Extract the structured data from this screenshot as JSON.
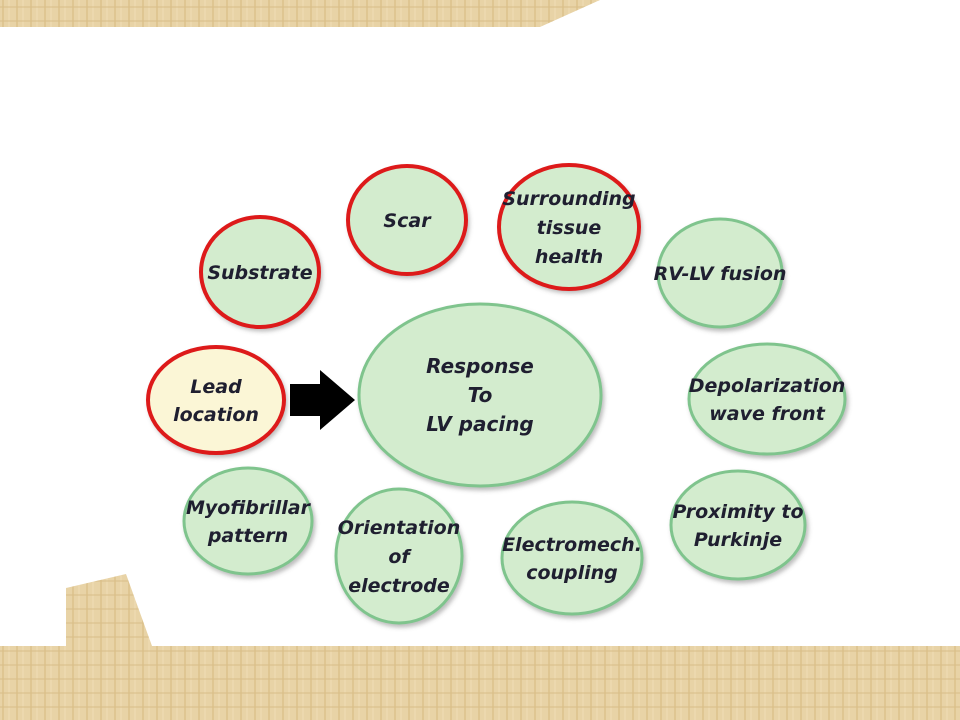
{
  "colors": {
    "parchment": "#e6cf9f",
    "bubble_fill": "#d3ecce",
    "bubble_stroke": "#7fc48d",
    "highlight_ring": "#dd1a1a",
    "lead_fill": "#fbf6d6",
    "arrow": "#000000",
    "text": "#1f1f30"
  },
  "diagram": {
    "center": [
      "Response",
      "To",
      "LV pacing"
    ],
    "arrow_icon": "right-arrow-icon",
    "nodes": [
      {
        "lines": [
          "Scar"
        ],
        "highlighted": true
      },
      {
        "lines": [
          "Surrounding",
          "tissue",
          "health"
        ],
        "highlighted": true
      },
      {
        "lines": [
          "RV-LV fusion"
        ],
        "highlighted": false
      },
      {
        "lines": [
          "Depolarization",
          "wave front"
        ],
        "highlighted": false
      },
      {
        "lines": [
          "Proximity to",
          "Purkinje"
        ],
        "highlighted": false
      },
      {
        "lines": [
          "Electromech.",
          "coupling"
        ],
        "highlighted": false
      },
      {
        "lines": [
          "Orientation",
          "of",
          "electrode"
        ],
        "highlighted": false
      },
      {
        "lines": [
          "Myofibrillar",
          "pattern"
        ],
        "highlighted": false
      },
      {
        "lines": [
          "Lead",
          "location"
        ],
        "highlighted": true
      },
      {
        "lines": [
          "Substrate"
        ],
        "highlighted": true
      }
    ]
  }
}
